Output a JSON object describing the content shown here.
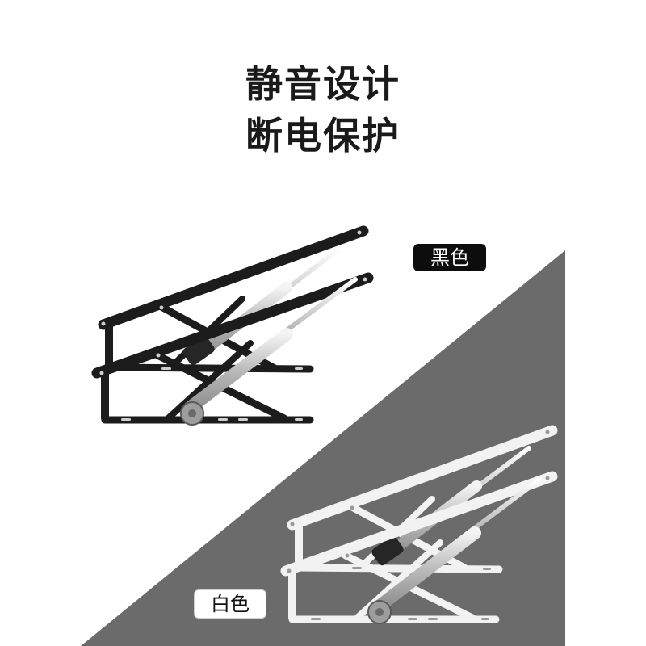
{
  "headline": {
    "line1": "静音设计",
    "line2": "断电保护"
  },
  "variants": [
    {
      "label": "黑色",
      "frame_color": "#1c1c1c"
    },
    {
      "label": "白色",
      "frame_color": "#f2f2f2"
    }
  ],
  "colors": {
    "background": "#ffffff",
    "diagonal_panel": "#6b6b6b",
    "strut_silver": "#c8c8c8",
    "motor_dark": "#2a2a2a"
  }
}
